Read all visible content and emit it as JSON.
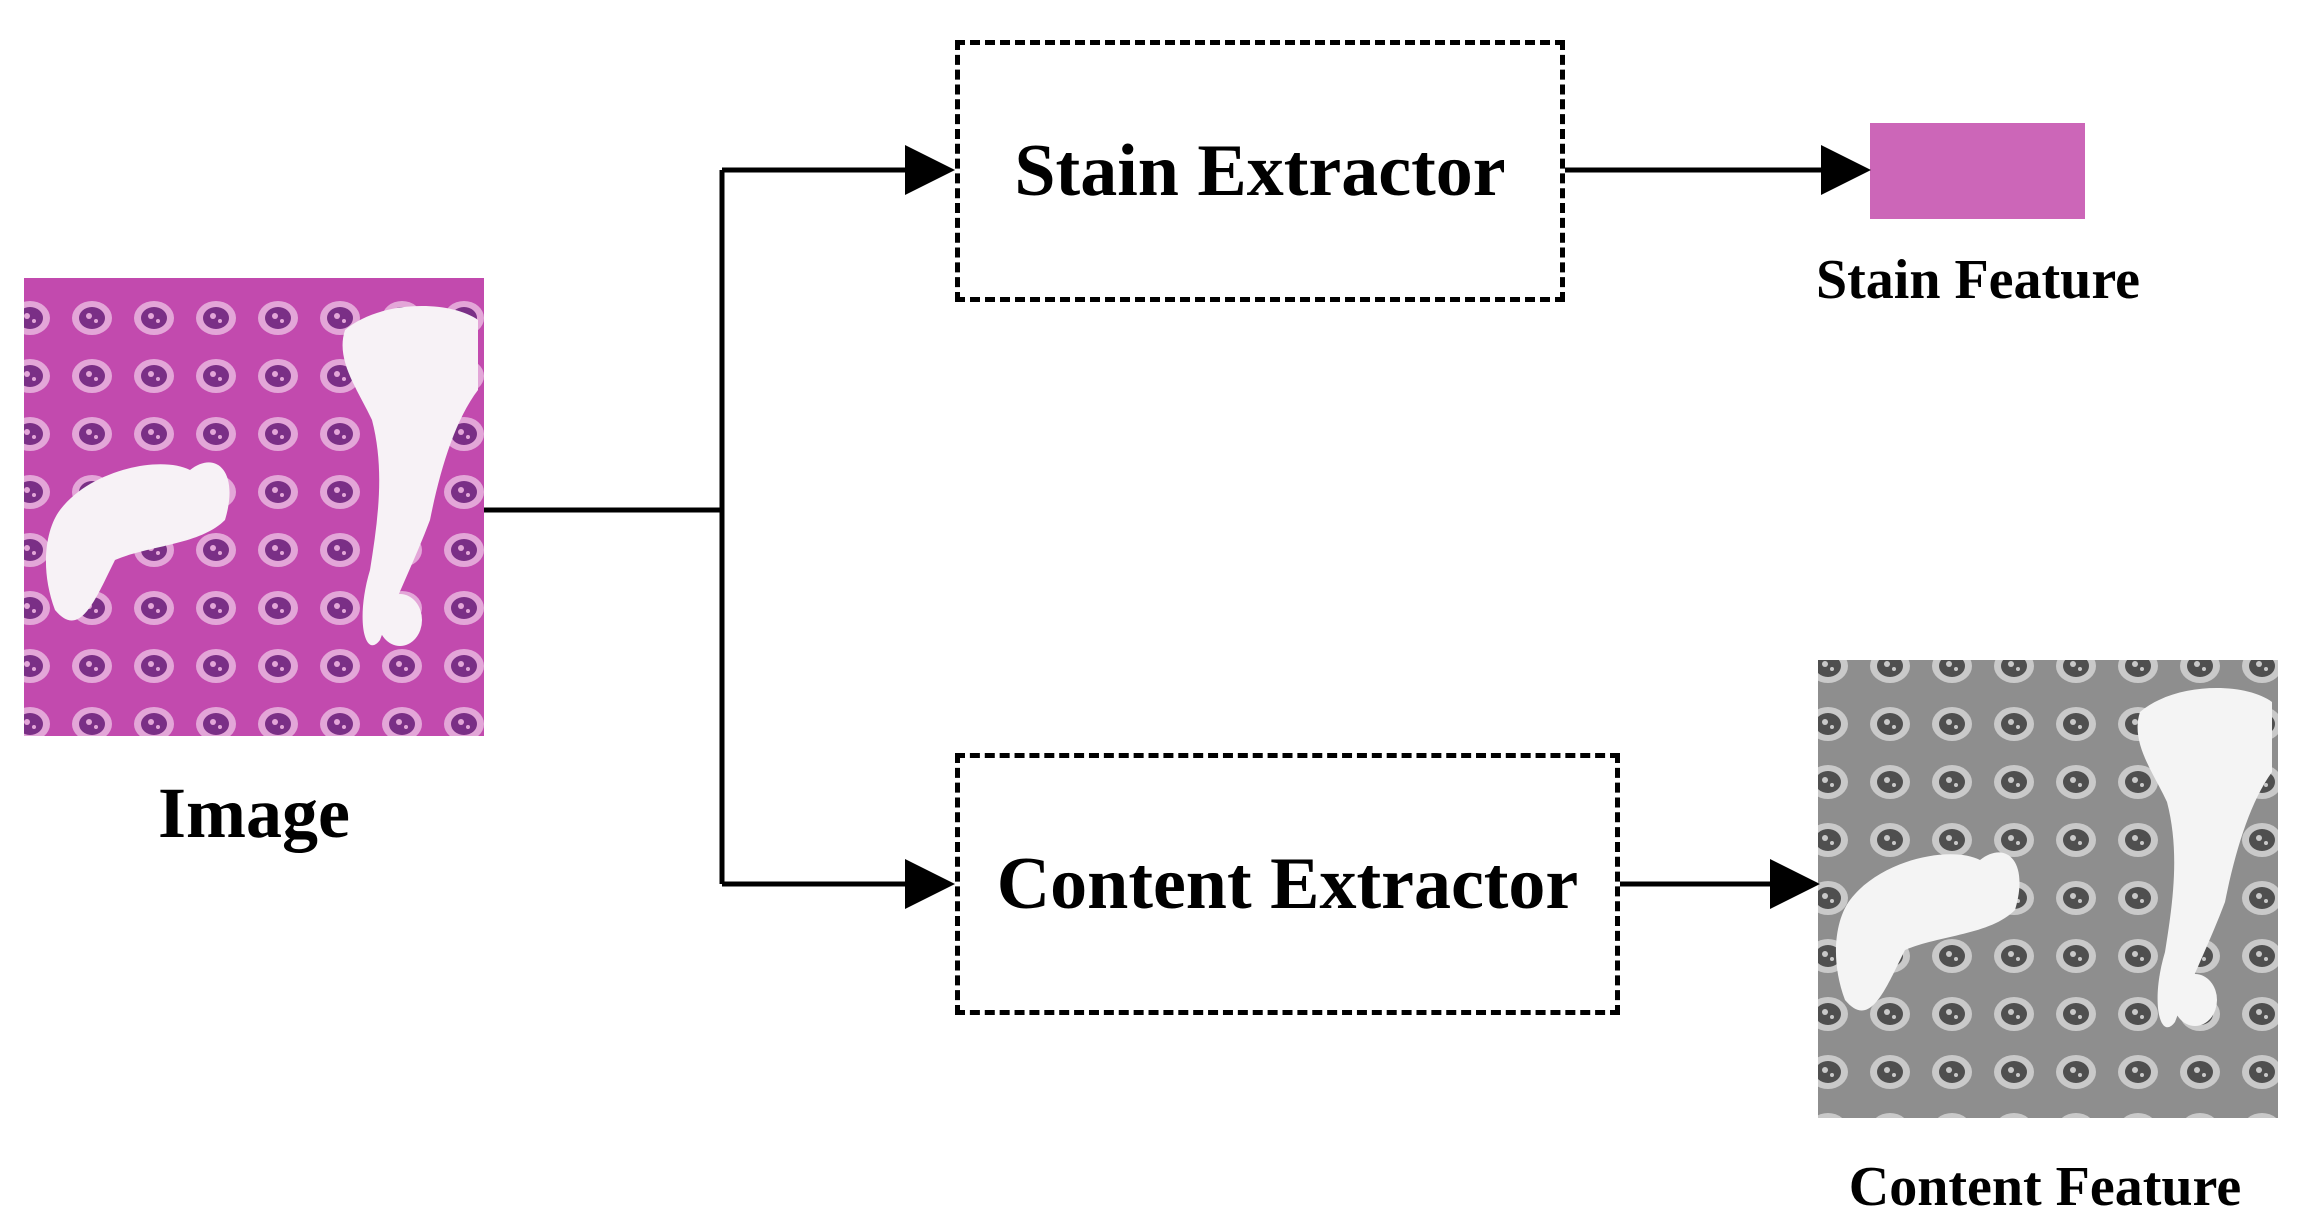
{
  "input": {
    "label": "Image"
  },
  "stain_extractor": {
    "label": "Stain Extractor"
  },
  "content_extractor": {
    "label": "Content Extractor"
  },
  "stain_output": {
    "label": "Stain Feature",
    "swatch_color": "#cc66b8"
  },
  "content_output": {
    "label": "Content Feature"
  },
  "colors": {
    "tissue_pink": "#c24aae",
    "tissue_light": "#e3a6d8",
    "nucleus_purple": "#7a2f86",
    "gray_bg": "#8e8e8e"
  }
}
